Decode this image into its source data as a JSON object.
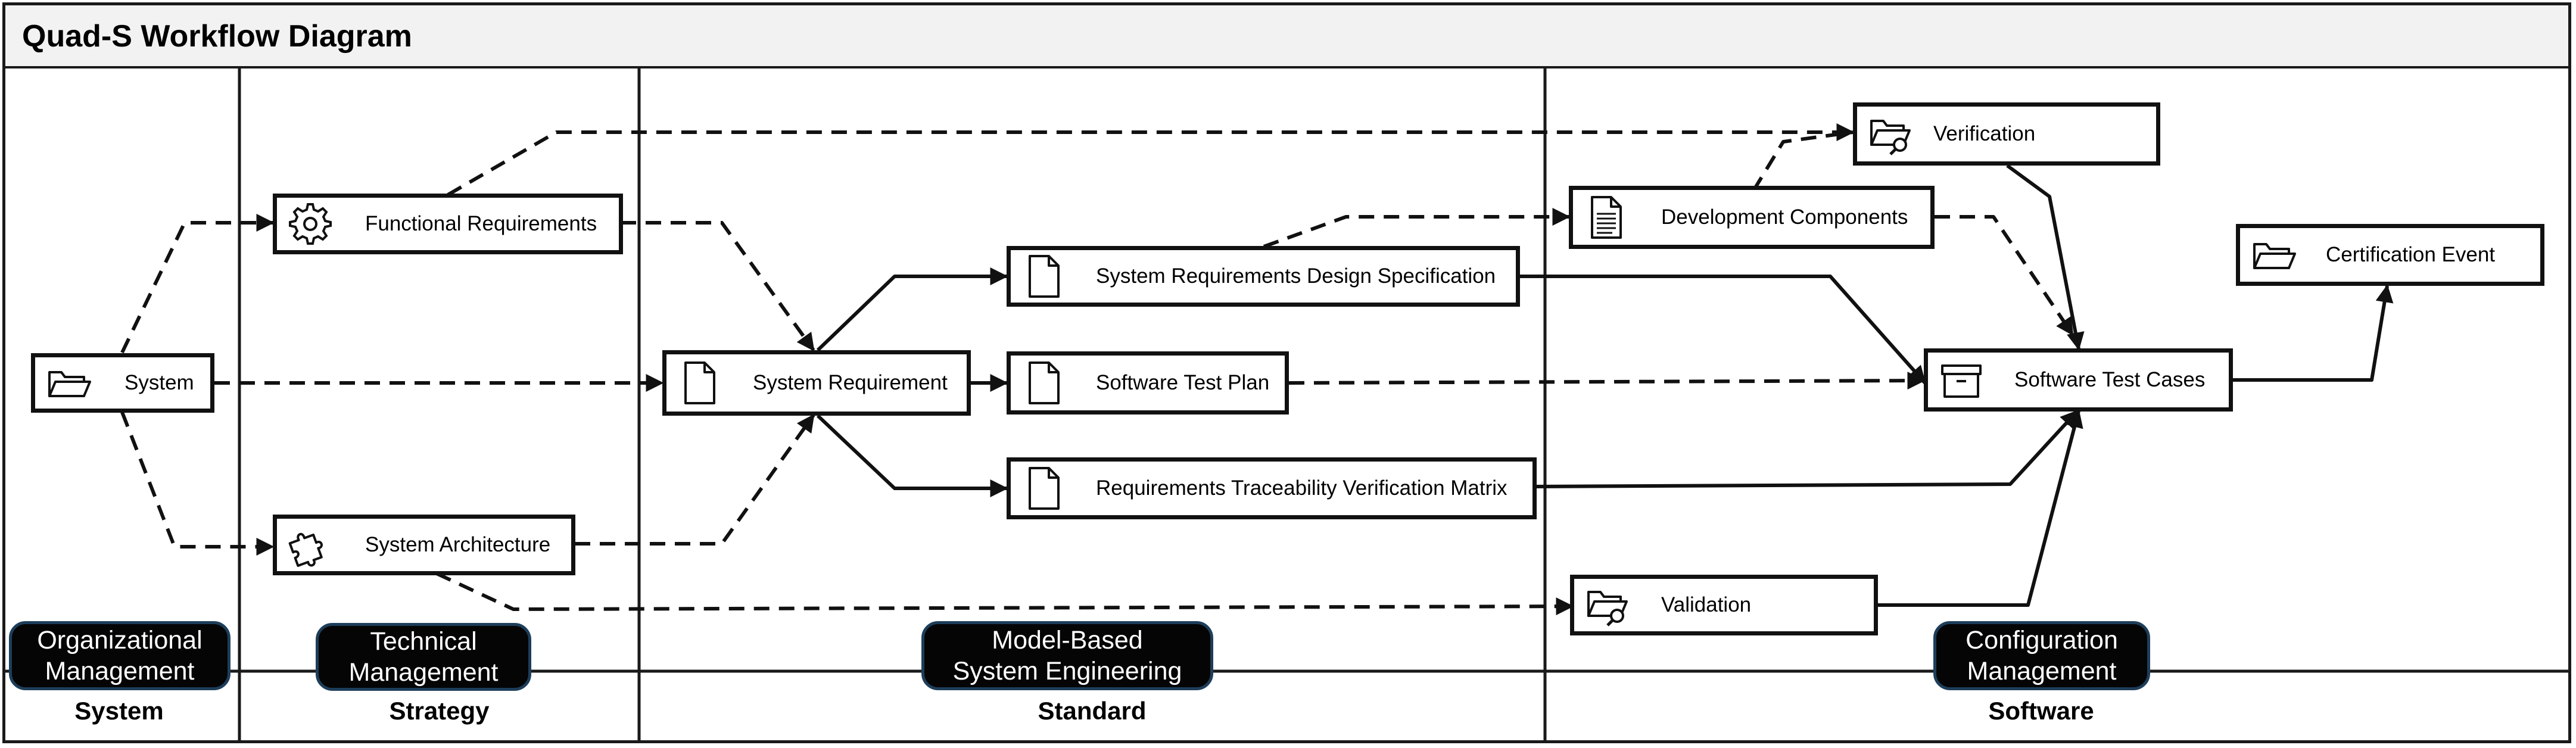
{
  "title": "Quad-S Workflow Diagram",
  "lanes": [
    {
      "name": "System",
      "phase": "Organizational Management"
    },
    {
      "name": "Strategy",
      "phase": "Technical Management"
    },
    {
      "name": "Standard",
      "phase": "Model-Based System Engineering"
    },
    {
      "name": "Software",
      "phase": "Configuration Management"
    }
  ],
  "phase_lines": {
    "org": [
      "Organizational",
      "Management"
    ],
    "tech": [
      "Technical",
      "Management"
    ],
    "mbse": [
      "Model-Based",
      "System Engineering"
    ],
    "config": [
      "Configuration",
      "Management"
    ]
  },
  "nodes": {
    "system": {
      "label": "System",
      "icon": "folder-icon"
    },
    "functional_requirements": {
      "label": "Functional Requirements",
      "icon": "gear-icon"
    },
    "system_architecture": {
      "label": "System Architecture",
      "icon": "puzzle-icon"
    },
    "system_requirement": {
      "label": "System Requirement",
      "icon": "document-icon"
    },
    "srds": {
      "label": "System Requirements Design Specification",
      "icon": "document-icon"
    },
    "software_test_plan": {
      "label": "Software Test Plan",
      "icon": "document-icon"
    },
    "rtvm": {
      "label": "Requirements Traceability Verification Matrix",
      "icon": "document-icon"
    },
    "development_components": {
      "label": "Development Components",
      "icon": "text-document-icon"
    },
    "verification": {
      "label": "Verification",
      "icon": "folder-search-icon"
    },
    "validation": {
      "label": "Validation",
      "icon": "folder-search-icon"
    },
    "software_test_cases": {
      "label": "Software Test Cases",
      "icon": "archive-box-icon"
    },
    "certification_event": {
      "label": "Certification Event",
      "icon": "folder-icon"
    }
  },
  "colors": {
    "line": "#111111",
    "pill_bg": "#050505",
    "pill_border": "#1d3e5a",
    "title_bg": "#f2f2f2"
  }
}
